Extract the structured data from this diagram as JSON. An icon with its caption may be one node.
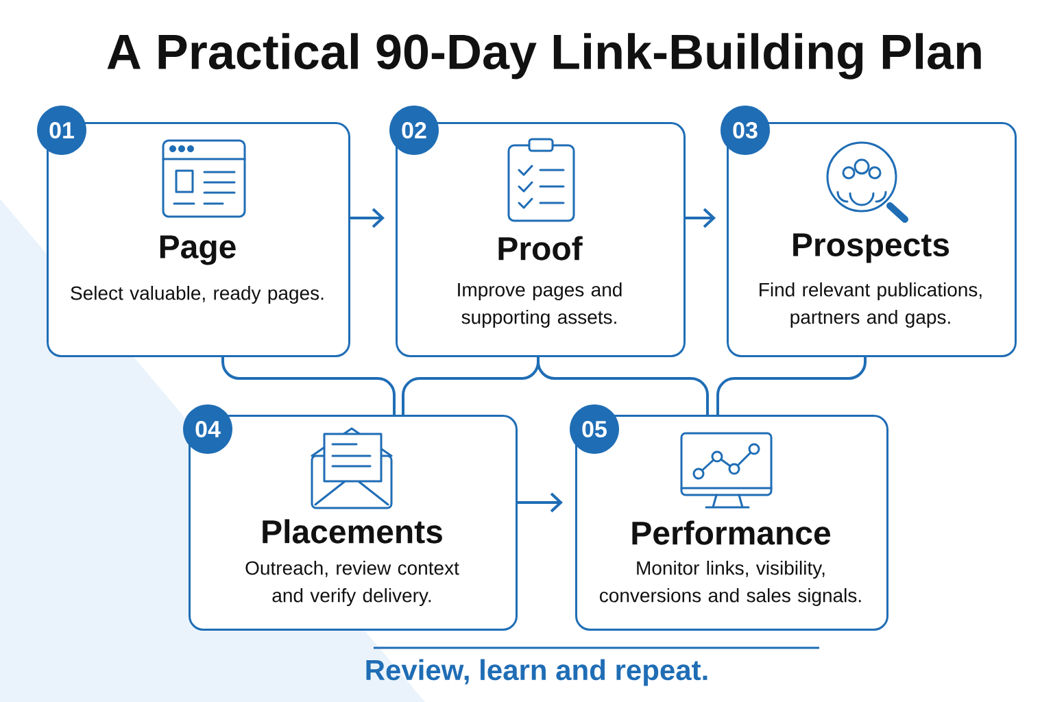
{
  "diagram": {
    "title": "A Practical 90-Day Link-Building Plan",
    "nodes": [
      {
        "text": [
          "01",
          "Page",
          "Select valuable, ready pages."
        ]
      },
      {
        "text": [
          "02",
          "Proof",
          "Improve pages and supporting assets."
        ]
      },
      {
        "text": [
          "03",
          "Prospects",
          "Find relevant publications, partners and gaps."
        ]
      },
      {
        "text": [
          "04",
          "Placements",
          "Outreach, review context and verify delivery."
        ]
      },
      {
        "text": [
          "05",
          "Performance",
          "Monitor links, visibility, conversions and sales signals."
        ]
      }
    ],
    "edges": [
      {
        "from": 0,
        "to": 1,
        "arrow": "to"
      },
      {
        "from": 1,
        "to": 2,
        "arrow": "to"
      },
      {
        "from": 0,
        "to": 3,
        "arrow": "none"
      },
      {
        "from": 1,
        "to": 3,
        "arrow": "none"
      },
      {
        "from": 1,
        "to": 4,
        "arrow": "none"
      },
      {
        "from": 2,
        "to": 4,
        "arrow": "none"
      },
      {
        "from": 3,
        "to": 4,
        "arrow": "to"
      }
    ],
    "labels": [
      "Review, learn and repeat."
    ]
  }
}
